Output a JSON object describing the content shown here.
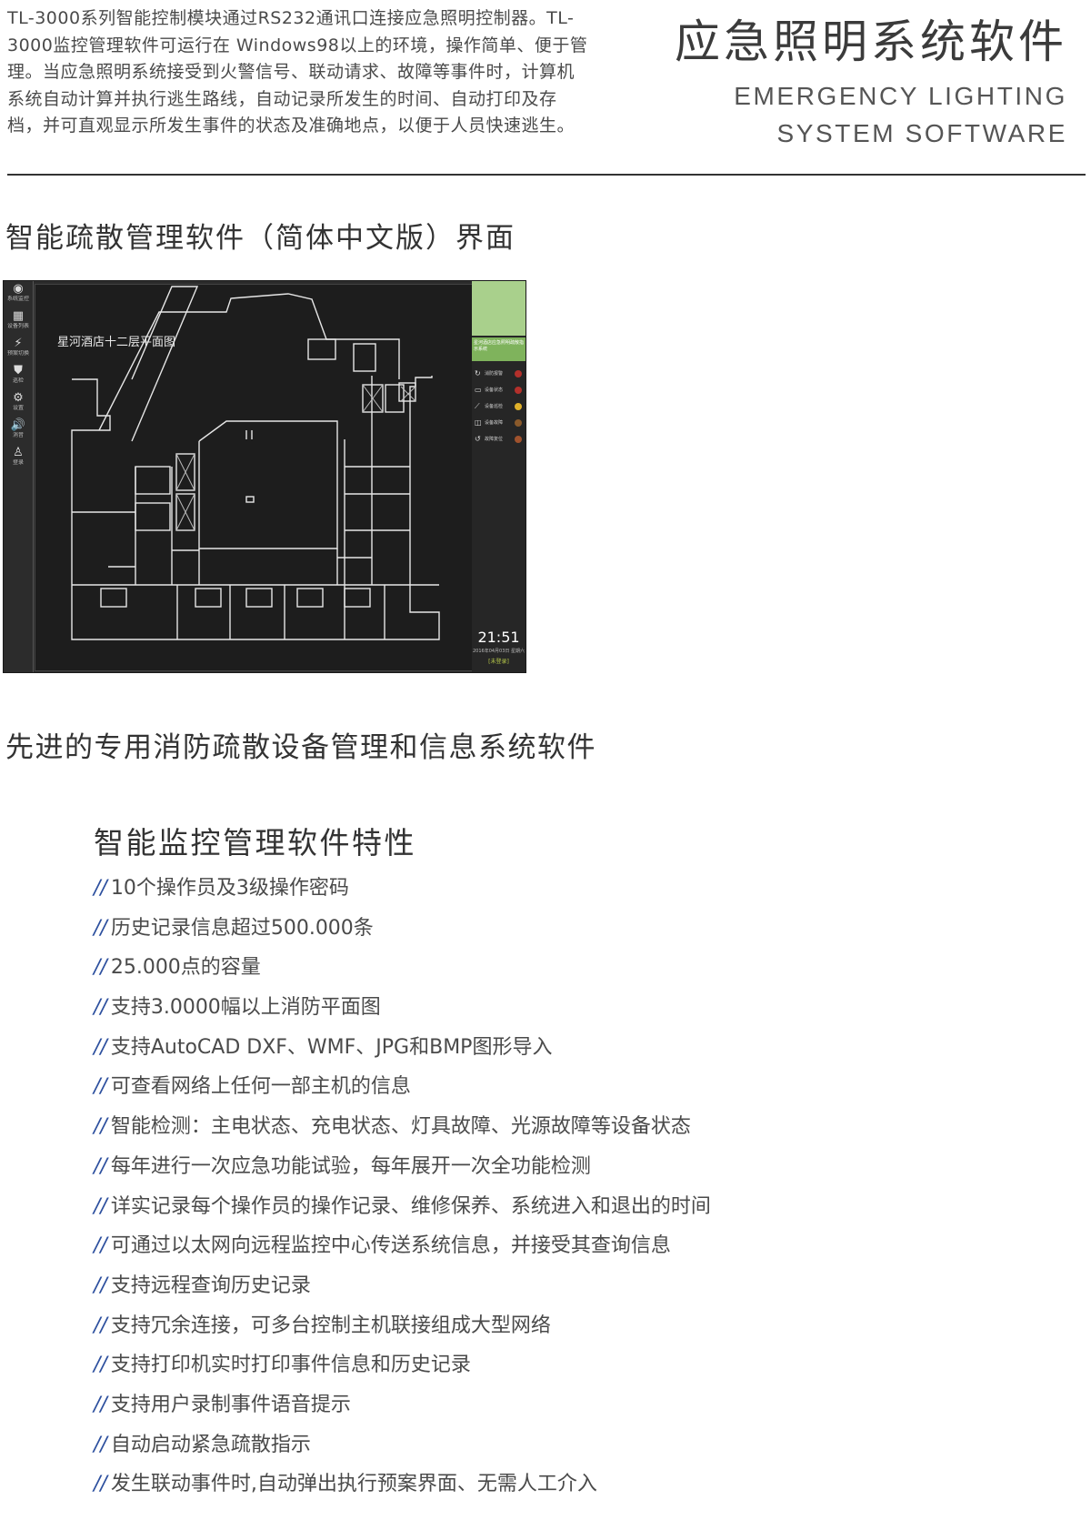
{
  "header": {
    "intro": "TL-3000系列智能控制模块通过RS232通讯口连接应急照明控制器。TL-3000监控管理软件可运行在 Windows98以上的环境，操作简单、便于管理。当应急照明系统接受到火警信号、联动请求、故障等事件时，计算机系统自动计算并执行逃生路线，自动记录所发生的时间、自动打印及存档，并可直观显示所发生事件的状态及准确地点，以便于人员快速逃生。",
    "title_cn": "应急照明系统软件",
    "title_en_line1": "EMERGENCY LIGHTING",
    "title_en_line2": "SYSTEM SOFTWARE"
  },
  "screenshot_section": {
    "heading": "智能疏散管理软件（简体中文版）界面",
    "plan_title": "星河酒店十二层平面图",
    "toolbar": [
      {
        "icon": "eye-icon",
        "glyph": "◉",
        "label": "系统监控"
      },
      {
        "icon": "grid-icon",
        "glyph": "▦",
        "label": "设备列表"
      },
      {
        "icon": "lightning-icon",
        "glyph": "⚡",
        "label": "预案切换"
      },
      {
        "icon": "shield-icon",
        "glyph": "⛊",
        "label": "巡检"
      },
      {
        "icon": "gear-icon",
        "glyph": "⚙",
        "label": "设置"
      },
      {
        "icon": "speaker-icon",
        "glyph": "🔊",
        "label": "消音"
      },
      {
        "icon": "person-icon",
        "glyph": "♙",
        "label": "登录"
      }
    ],
    "panel_header": "星河酒店应急照明疏散指示系统",
    "panel_items": [
      {
        "icon": "refresh-icon",
        "glyph": "↻",
        "label": "消防报警",
        "color": "#b3302b"
      },
      {
        "icon": "monitor-icon",
        "glyph": "▭",
        "label": "设备状态",
        "color": "#b3302b"
      },
      {
        "icon": "line-icon",
        "glyph": "⟋",
        "label": "设备巡检",
        "color": "#e0b12a"
      },
      {
        "icon": "device-icon",
        "glyph": "◫",
        "label": "设备故障",
        "color": "#8a5a2b"
      },
      {
        "icon": "reset-icon",
        "glyph": "↺",
        "label": "故障复位",
        "color": "#a0522d"
      }
    ],
    "clock": "21:51",
    "date": "2016年04月03日 星期六",
    "user": "[未登录]"
  },
  "subheading": "先进的专用消防疏散设备管理和信息系统软件",
  "features_section": {
    "heading": "智能监控管理软件特性",
    "bullet": "//",
    "items": [
      "10个操作员及3级操作密码",
      "历史记录信息超过500.000条",
      "25.000点的容量",
      "支持3.0000幅以上消防平面图",
      "支持AutoCAD DXF、WMF、JPG和BMP图形导入",
      "可查看网络上任何一部主机的信息",
      "智能检测：主电状态、充电状态、灯具故障、光源故障等设备状态",
      "每年进行一次应急功能试验，每年展开一次全功能检测",
      "详实记录每个操作员的操作记录、维修保养、系统进入和退出的时间",
      "可通过以太网向远程监控中心传送系统信息，并接受其查询信息",
      "支持远程查询历史记录",
      "支持冗余连接，可多台控制主机联接组成大型网络",
      "支持打印机实时打印事件信息和历史记录",
      "支持用户录制事件语音提示",
      "自动启动紧急疏散指示",
      "发生联动事件时,自动弹出执行预案界面、无需人工介入"
    ]
  }
}
